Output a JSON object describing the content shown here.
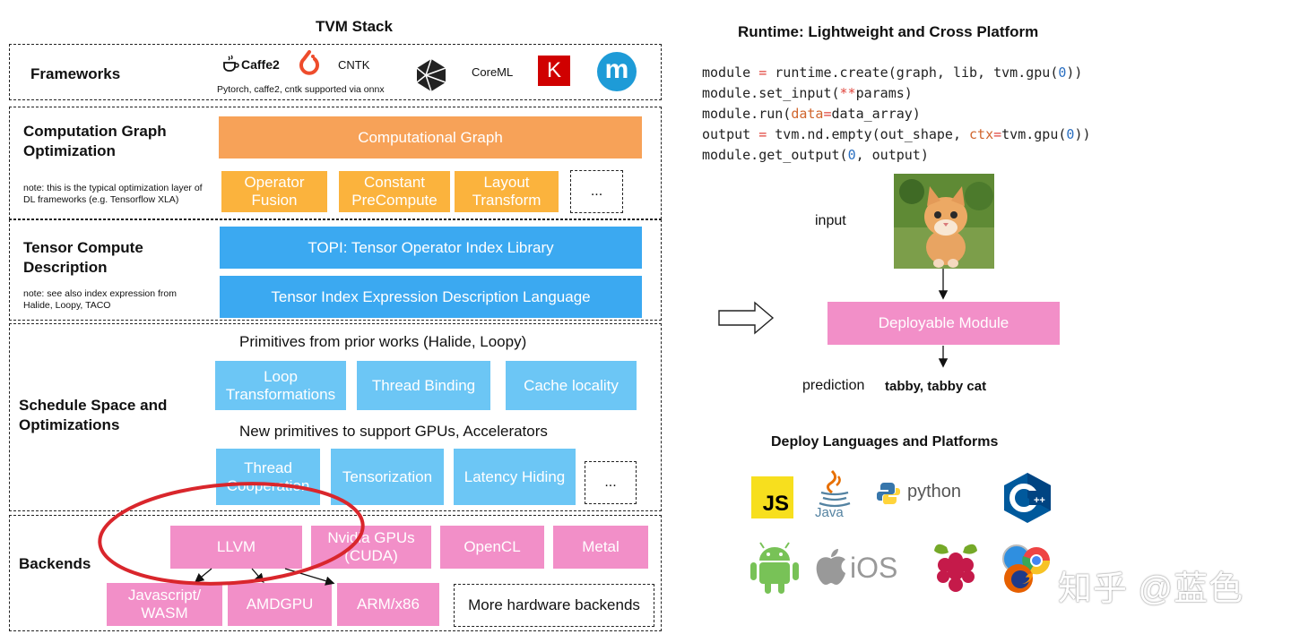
{
  "left": {
    "title": "TVM Stack",
    "frameworks": {
      "label": "Frameworks",
      "caffe2": "Caffe2",
      "cntk": "CNTK",
      "coreml": "CoreML",
      "keras": "K",
      "mxnet": "m",
      "onnx_note": "Pytorch, caffe2, cntk supported via onnx"
    },
    "graph": {
      "label": "Computation Graph Optimization",
      "note": "note: this is the typical optimization layer of DL frameworks (e.g. Tensorflow XLA)",
      "computational_graph": "Computational Graph",
      "op_fusion": "Operator Fusion",
      "const_precompute": "Constant PreCompute",
      "layout_transform": "Layout Transform",
      "more": "..."
    },
    "tensor": {
      "label": "Tensor Compute Description",
      "note": "note: see also index expression from Halide, Loopy, TACO",
      "topi": "TOPI: Tensor Operator Index Library",
      "tie": "Tensor Index Expression Description Language"
    },
    "schedule": {
      "label": "Schedule Space and Optimizations",
      "prior_header": "Primitives from prior works (Halide, Loopy)",
      "loop": "Loop Transformations",
      "thread_binding": "Thread Binding",
      "cache": "Cache locality",
      "new_header": "New primitives to support GPUs, Accelerators",
      "thread_coop": "Thread Cooperation",
      "tensorization": "Tensorization",
      "latency": "Latency Hiding",
      "more": "..."
    },
    "backends": {
      "label": "Backends",
      "llvm": "LLVM",
      "nvidia": "Nvidia GPUs (CUDA)",
      "opencl": "OpenCL",
      "metal": "Metal",
      "js": "Javascript/ WASM",
      "amdgpu": "AMDGPU",
      "arm": "ARM/x86",
      "more": "More hardware backends"
    }
  },
  "right": {
    "title": "Runtime: Lightweight and Cross Platform",
    "input_label": "input",
    "module": "Deployable Module",
    "prediction_label": "prediction",
    "prediction_value": "tabby, tabby cat",
    "deploy_title": "Deploy Languages and Platforms",
    "js": "JS",
    "java": "Java",
    "python": "python",
    "ios": "iOS",
    "cpp": "C++",
    "watermark": "知乎 @蓝色"
  },
  "colors": {
    "orange": "#f7a258",
    "yellow_orange": "#fbb33d",
    "blue": "#3ba9f1",
    "light_blue": "#6cc6f5",
    "pink": "#f28fc8",
    "annotation_red": "#d9262c"
  }
}
